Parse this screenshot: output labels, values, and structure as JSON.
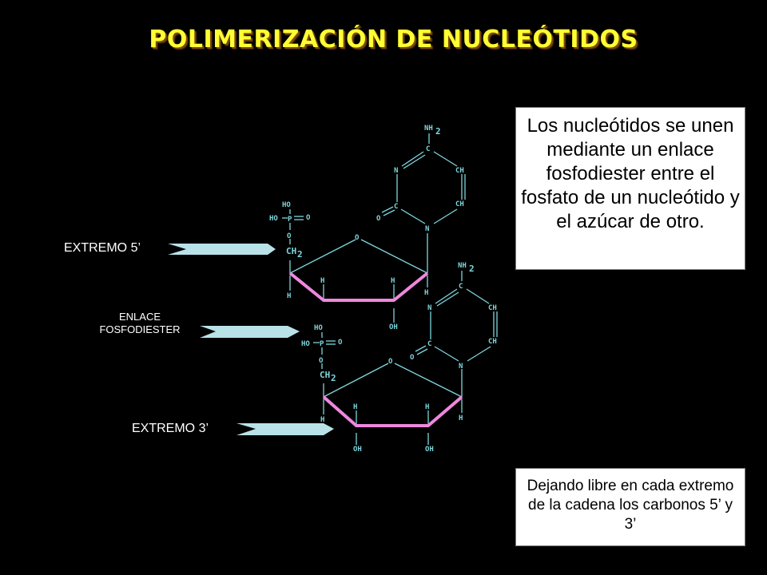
{
  "title": "POLIMERIZACIÓN DE NUCLEÓTIDOS",
  "info_box": "Los nucleótidos se unen mediante un enlace fosfodiester entre el fosfato de un nucleótido y el azúcar de otro.",
  "note_box": "Dejando libre en cada extremo de la cadena los carbonos 5’ y 3’",
  "labels": {
    "extremo5": "EXTREMO 5’",
    "enlace_line1": "ENLACE",
    "enlace_line2": "FOSFODIESTER",
    "extremo3": "EXTREMO 3’"
  },
  "colors": {
    "title": "#ffff33",
    "bond": "#7fd6de",
    "sugar": "#ee88dd",
    "arrow": "#b8e2e8"
  },
  "molecule": {
    "nh2": "NH",
    "sub2": "2",
    "c": "C",
    "n": "N",
    "ch": "CH",
    "o": "O",
    "h": "H",
    "oh": "OH",
    "ho": "HO",
    "p": "P",
    "ch2": "CH"
  }
}
